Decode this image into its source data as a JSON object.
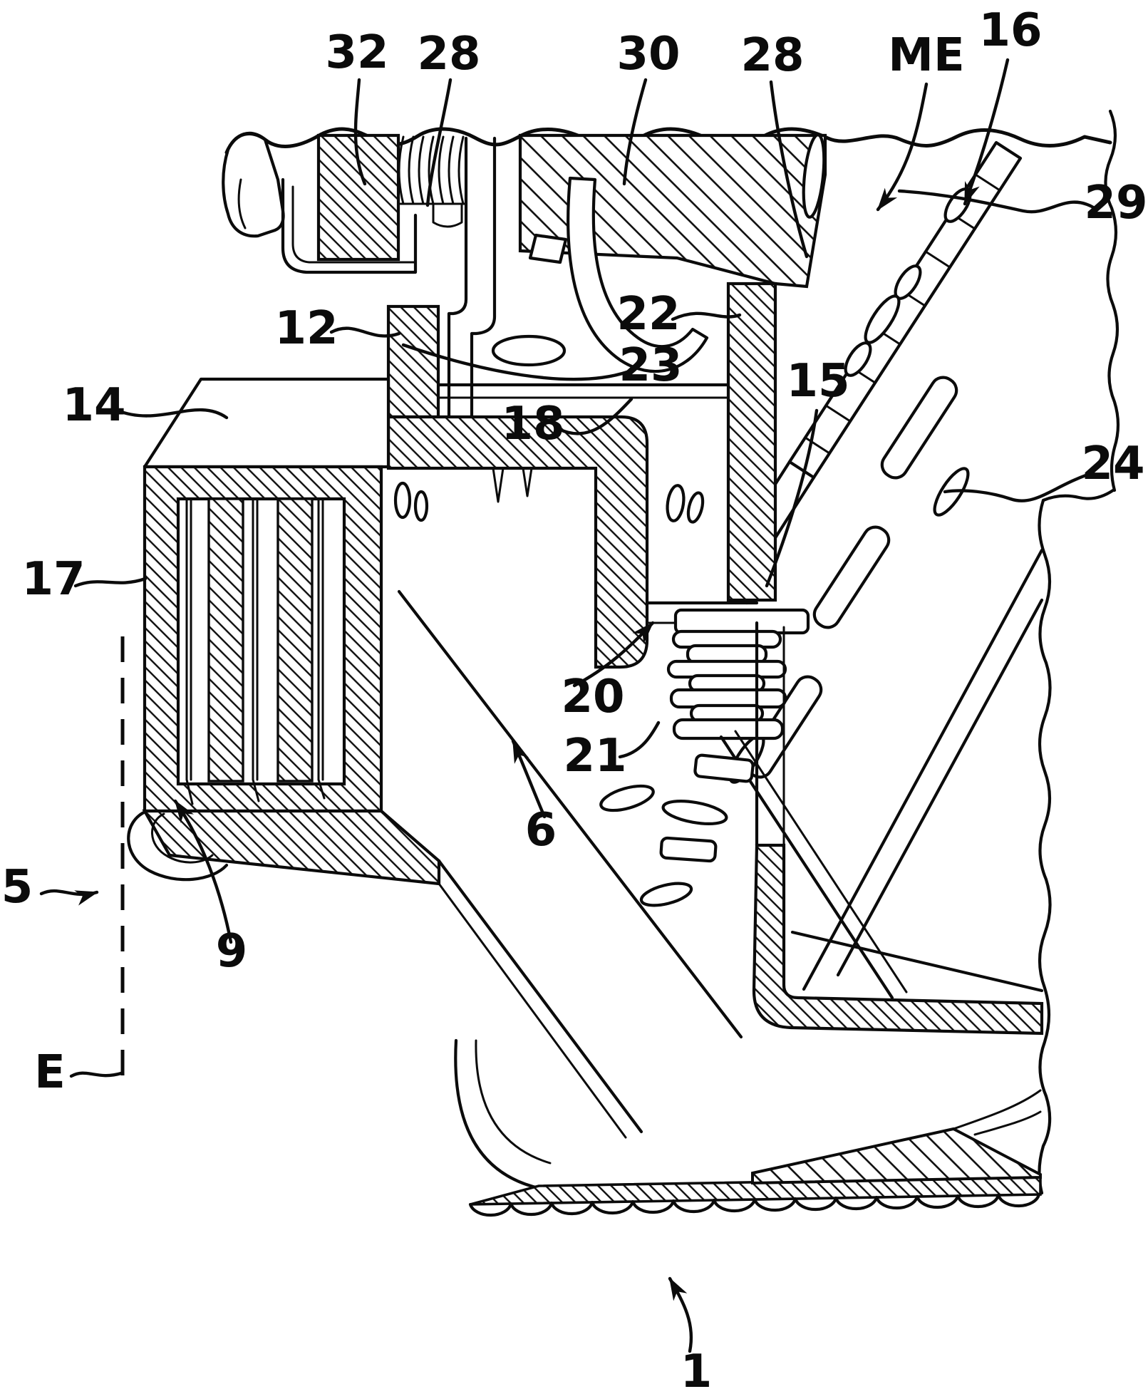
{
  "figure": {
    "kind": "patent-line-drawing",
    "background_color": "#ffffff",
    "line_color": "#0b0b0b",
    "section_plane_style": "dashed"
  },
  "labels": [
    {
      "id": "32",
      "text": "32"
    },
    {
      "id": "28-left",
      "text": "28"
    },
    {
      "id": "30",
      "text": "30"
    },
    {
      "id": "28-right",
      "text": "28"
    },
    {
      "id": "ME",
      "text": "ME"
    },
    {
      "id": "16",
      "text": "16"
    },
    {
      "id": "29",
      "text": "29"
    },
    {
      "id": "12",
      "text": "12"
    },
    {
      "id": "14",
      "text": "14"
    },
    {
      "id": "22",
      "text": "22"
    },
    {
      "id": "23",
      "text": "23"
    },
    {
      "id": "15",
      "text": "15"
    },
    {
      "id": "18",
      "text": "18"
    },
    {
      "id": "24",
      "text": "24"
    },
    {
      "id": "17",
      "text": "17"
    },
    {
      "id": "20",
      "text": "20"
    },
    {
      "id": "21",
      "text": "21"
    },
    {
      "id": "6",
      "text": "6"
    },
    {
      "id": "5",
      "text": "5"
    },
    {
      "id": "9",
      "text": "9"
    },
    {
      "id": "E",
      "text": "E"
    },
    {
      "id": "1",
      "text": "1"
    }
  ]
}
